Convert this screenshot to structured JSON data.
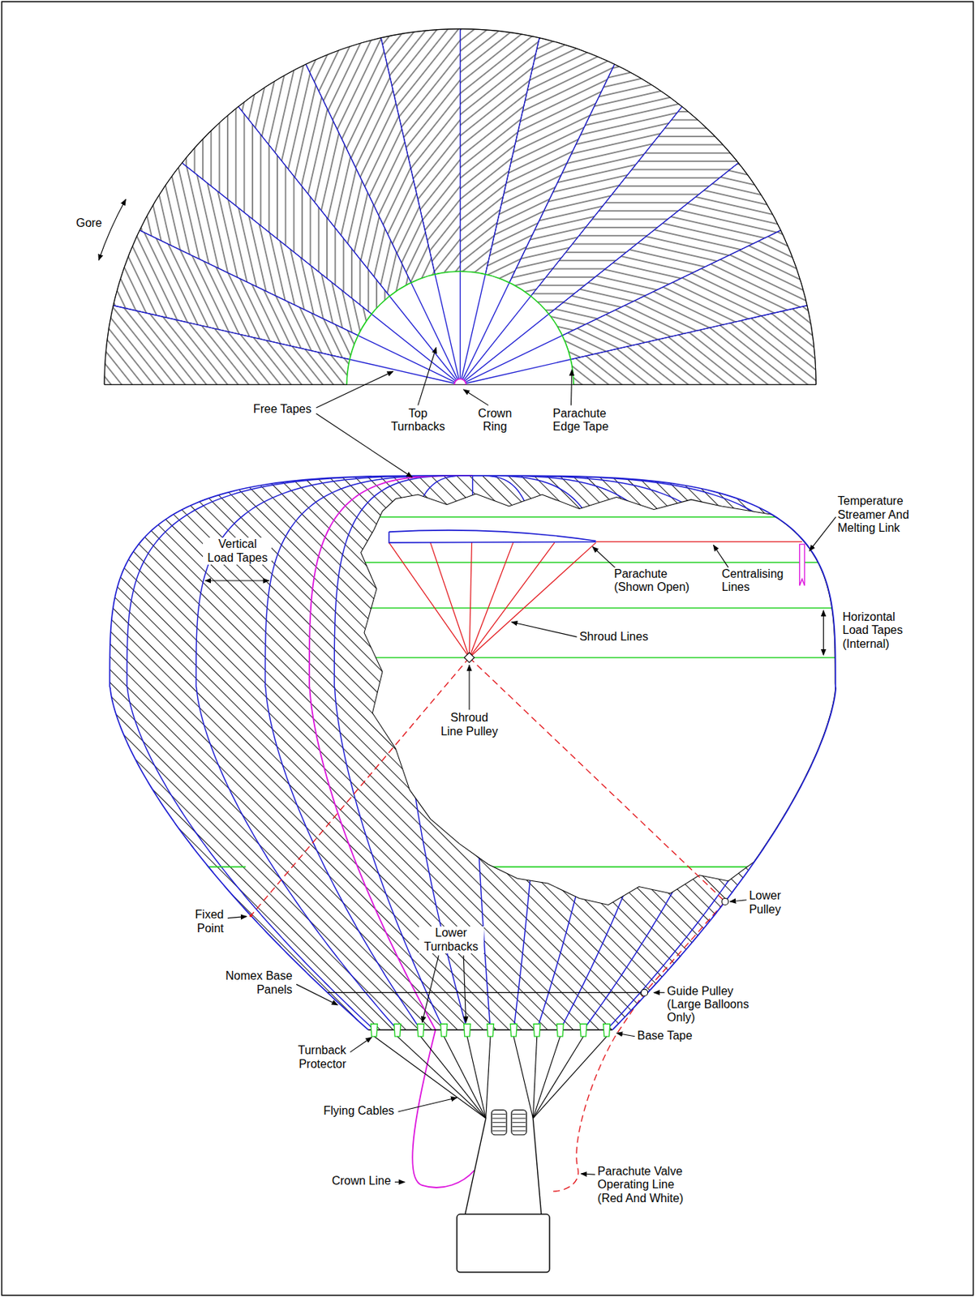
{
  "diagram": {
    "labels": [
      "Gore",
      "Free Tapes",
      "Top Turnbacks",
      "Crown Ring",
      "Parachute Edge Tape",
      "Temperature Streamer And Melting Link",
      "Centralising Lines",
      "Parachute (Shown Open)",
      "Vertical Load Tapes",
      "Horizontal Load Tapes (Internal)",
      "Shroud Lines",
      "Shroud Line Pulley",
      "Fixed Point",
      "Lower Pulley",
      "Lower Turnbacks",
      "Nomex Base Panels",
      "Guide Pulley (Large Balloons Only)",
      "Base Tape",
      "Turnback Protector",
      "Flying Cables",
      "Crown Line",
      "Parachute Valve Operating Line (Red And White)"
    ]
  }
}
